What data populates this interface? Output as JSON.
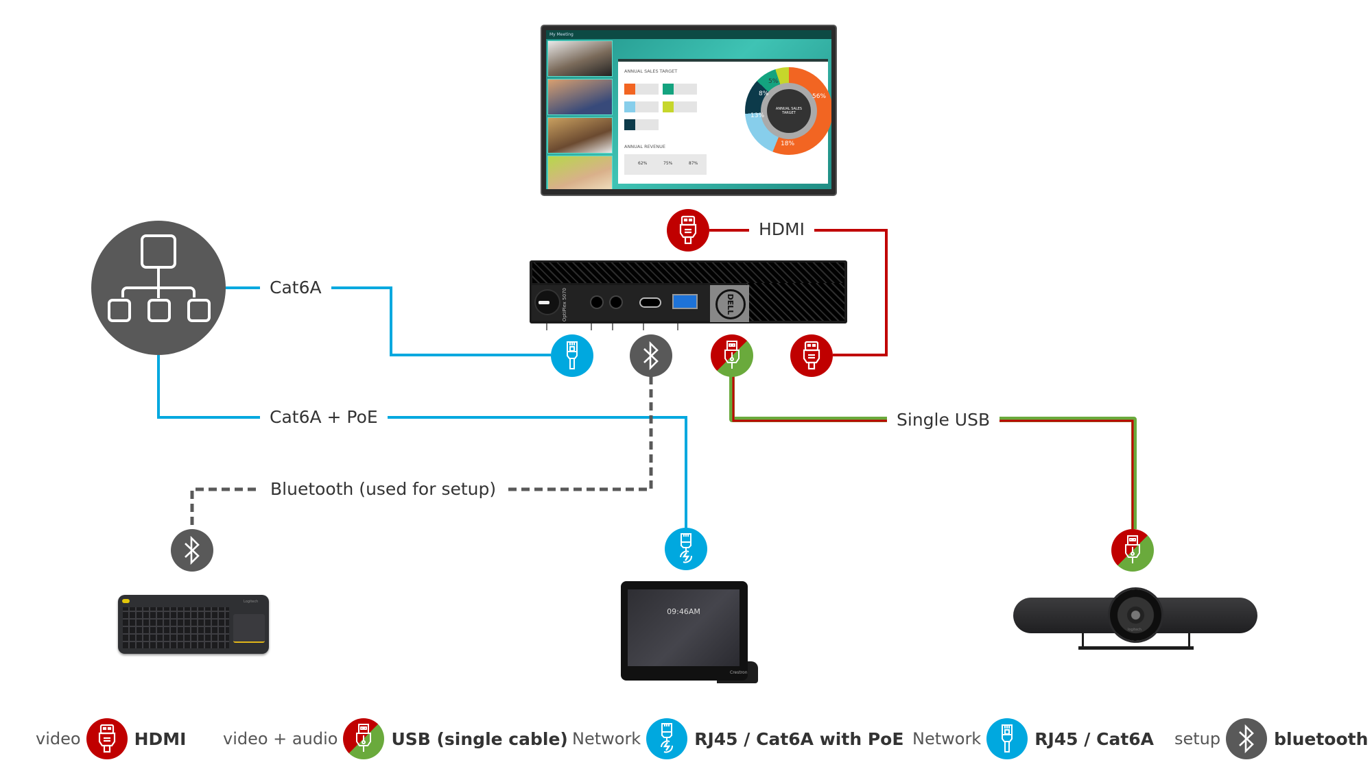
{
  "diagram": {
    "display": {
      "name": "display",
      "screen": {
        "window_title": "My Meeting",
        "slide_heading": "ANNUAL SALES TARGET",
        "revenue_heading": "ANNUAL REVENUE",
        "donut_center": "ANNUAL SALES TARGET",
        "donut_labels": [
          "56%",
          "18%",
          "13%",
          "8%",
          "5%"
        ],
        "revenue_values": [
          "62%",
          "75%",
          "87%"
        ]
      }
    },
    "pc": {
      "model": "OptiPlex 5070",
      "brand": "DELL"
    },
    "network_switch": {
      "name": "network"
    },
    "connections": {
      "hdmi": "HDMI",
      "cat6a": "Cat6A",
      "cat6a_poe": "Cat6A + PoE",
      "bluetooth": "Bluetooth (used for setup)",
      "single_usb": "Single USB"
    },
    "devices": {
      "keyboard": {
        "brand": "Logitech"
      },
      "tablet": {
        "time": "09:46AM",
        "brand": "Crestron"
      },
      "camera": {
        "brand": "logitech"
      }
    }
  },
  "legend": [
    {
      "category": "video",
      "name": "HDMI",
      "icon": "hdmi-icon",
      "color": "#c00000"
    },
    {
      "category": "video + audio",
      "name": "USB (single cable)",
      "icon": "usb-icon",
      "color": "#c00000/#6aaa3c"
    },
    {
      "category": "Network",
      "name": "RJ45 / Cat6A with PoE",
      "icon": "rj45-poe-icon",
      "color": "#00a8df"
    },
    {
      "category": "Network",
      "name": "RJ45 / Cat6A",
      "icon": "rj45-icon",
      "color": "#00a8df"
    },
    {
      "category": "setup",
      "name": "bluetooth",
      "icon": "bluetooth-icon",
      "color": "#595959"
    }
  ],
  "colors": {
    "hdmi": "#c00000",
    "usb_green": "#6aaa3c",
    "network": "#00a8df",
    "bluetooth": "#595959"
  }
}
